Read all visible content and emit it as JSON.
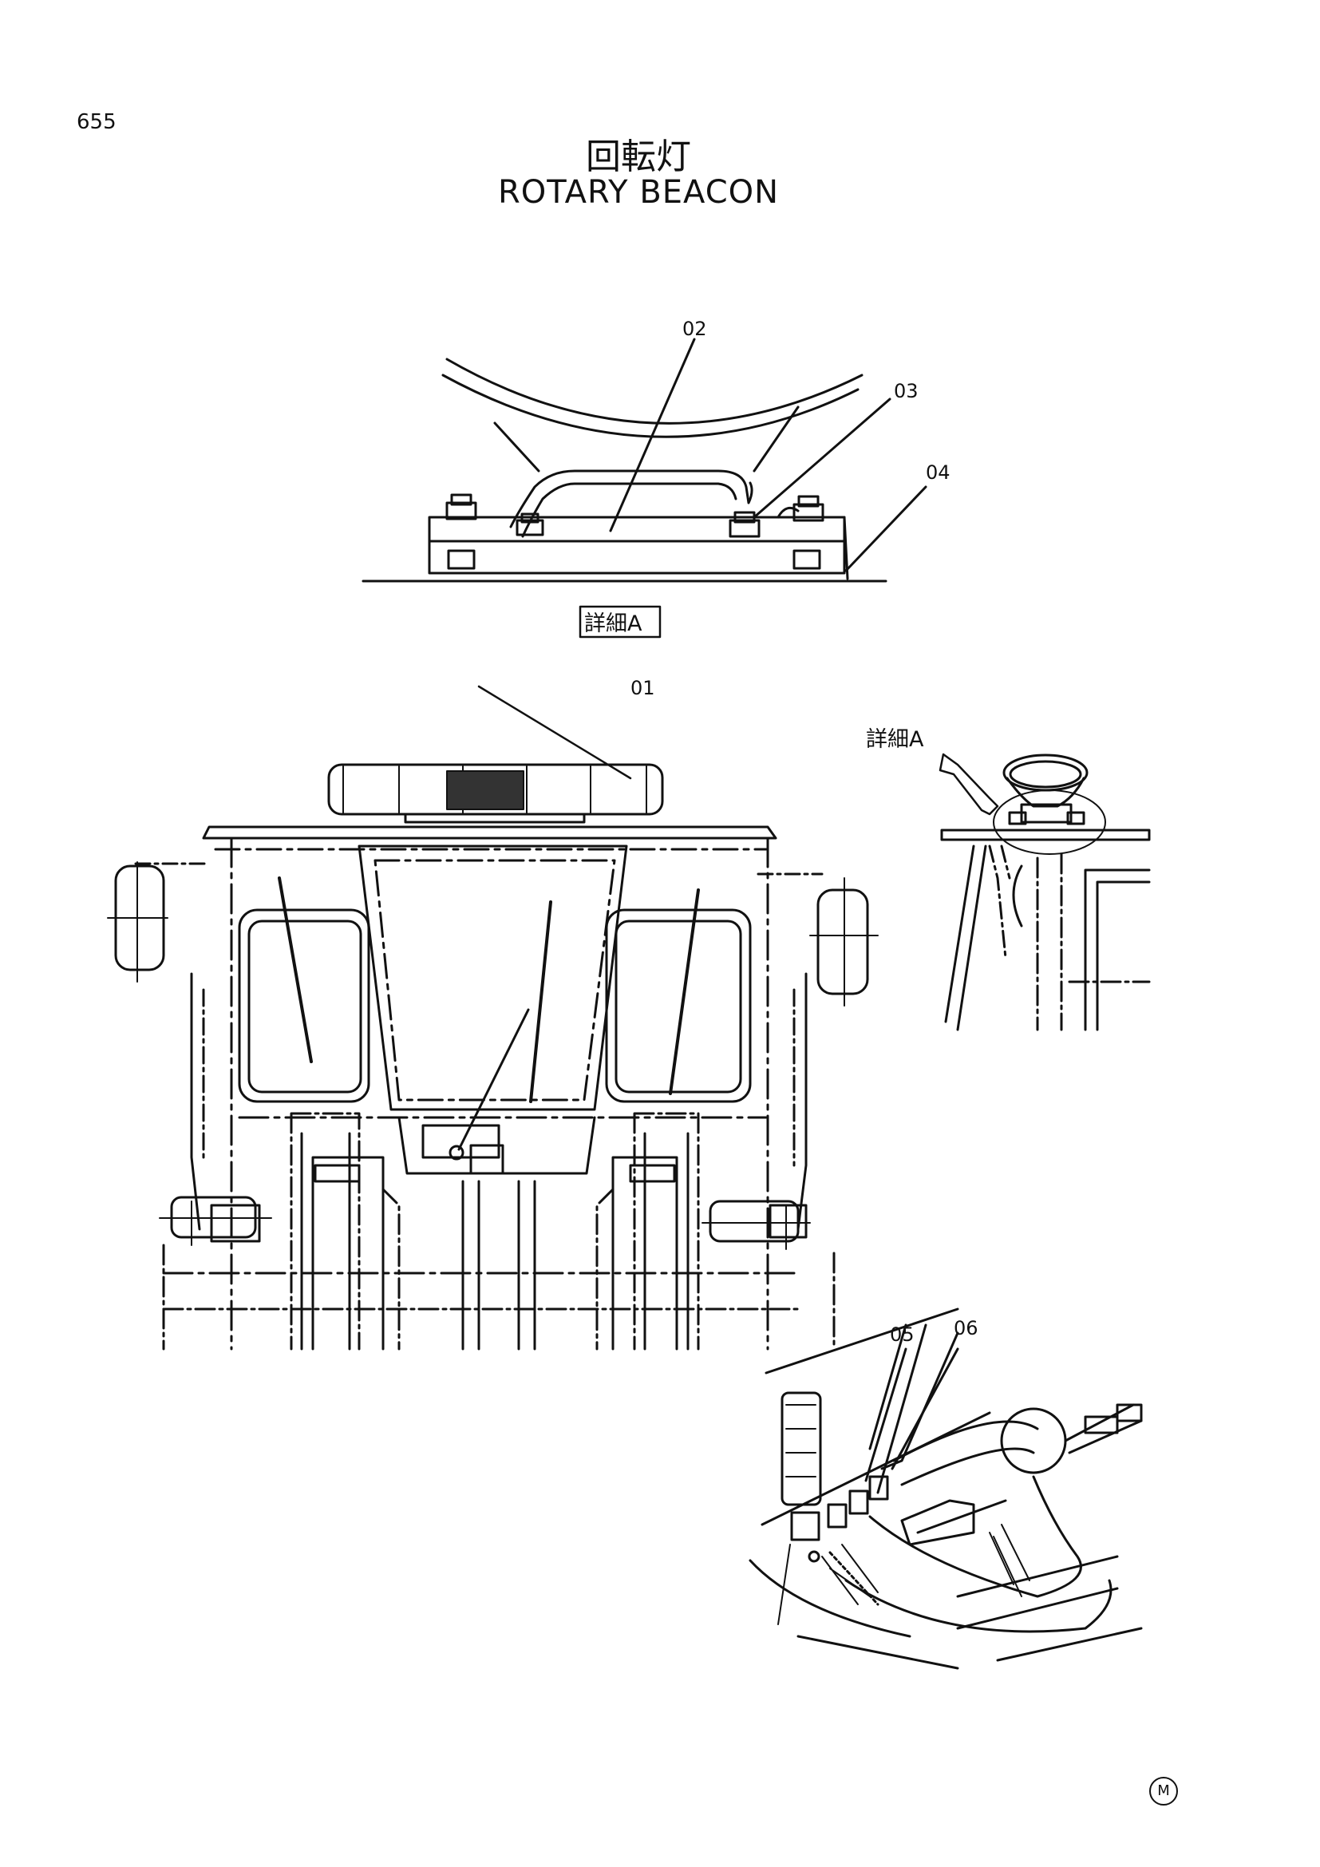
{
  "page": {
    "number": "655"
  },
  "title": {
    "japanese": "回転灯",
    "english": "ROTARY BEACON"
  },
  "detail": {
    "label": "詳細A",
    "reference_label": "詳細A"
  },
  "callouts": [
    "02",
    "03",
    "04",
    "01",
    "05",
    "06"
  ],
  "mark": "M"
}
